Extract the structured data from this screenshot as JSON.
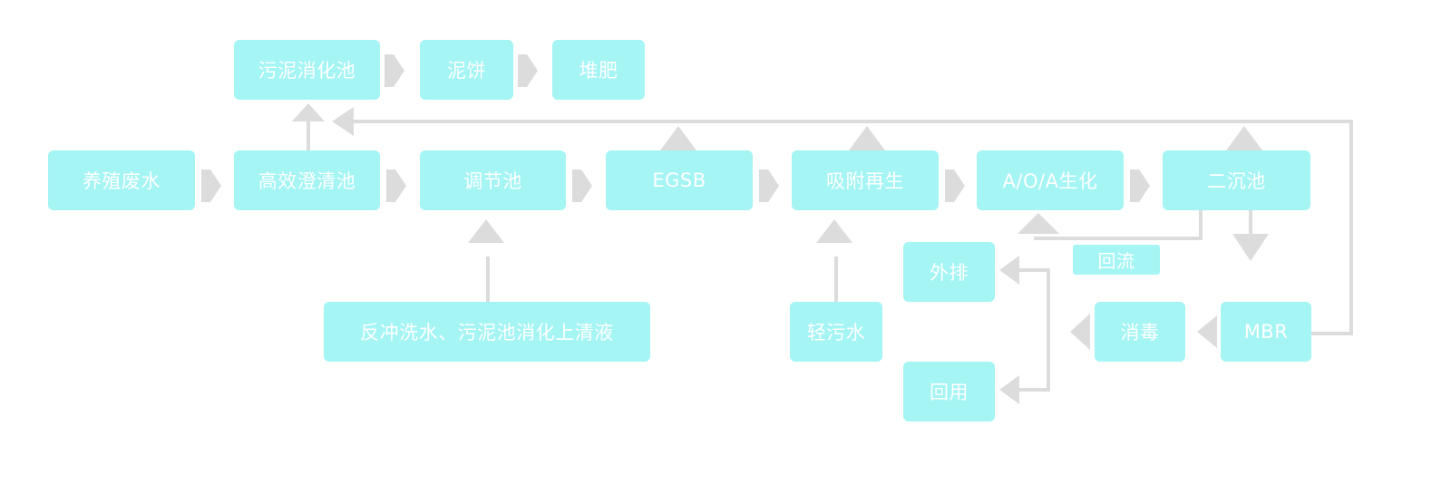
{
  "nodes": {
    "sludge_digester": "污泥消化池",
    "sludge_cake": "泥饼",
    "compost": "堆肥",
    "wastewater": "养殖废水",
    "clarifier": "高效澄清池",
    "equalization": "调节池",
    "egsb": "EGSB",
    "adsorption": "吸附再生",
    "aoa": "A/O/A生化",
    "secondary": "二沉池",
    "discharge": "外排",
    "reflux": "回流",
    "backwash": "反冲洗水、污泥池消化上清液",
    "light": "轻污水",
    "disinfection": "消毒",
    "mbr": "MBR",
    "reuse": "回用"
  },
  "colors": {
    "box": "#a4f5f4",
    "text": "#ffffff",
    "connector": "#dcdcdc"
  }
}
